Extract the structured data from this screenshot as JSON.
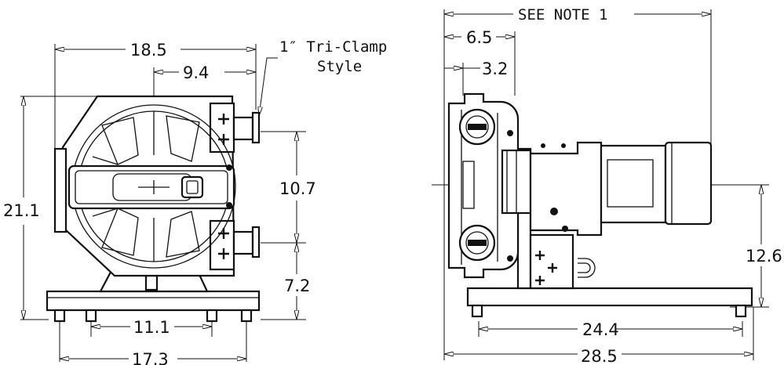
{
  "front_view": {
    "overall_width": "18.5",
    "port_offset": "9.4",
    "port_note_line1": "1″ Tri-Clamp",
    "port_note_line2": "Style",
    "port_spacing": "10.7",
    "overall_height": "21.1",
    "base_to_port": "7.2",
    "inner_feet": "11.1",
    "outer_feet": "17.3"
  },
  "side_view": {
    "see_note": "SEE NOTE 1",
    "head_depth": "6.5",
    "flange_depth": "3.2",
    "shaft_height": "12.6",
    "feet_span": "24.4",
    "overall_length": "28.5"
  }
}
